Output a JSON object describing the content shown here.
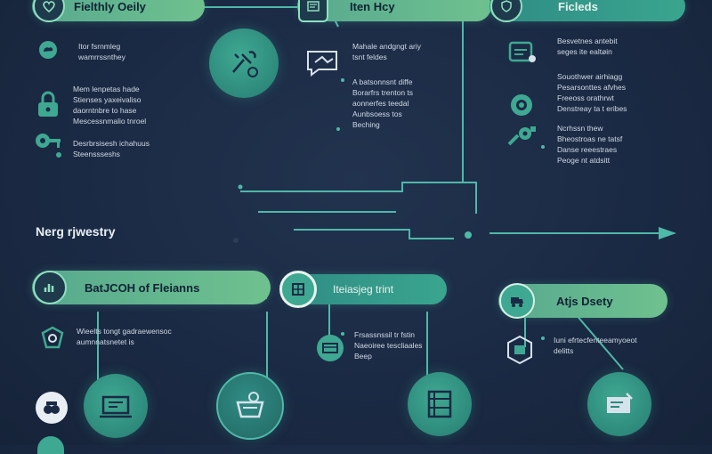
{
  "headers": {
    "top_left": "Fielthly Oeily",
    "top_mid": "Iten Hcy",
    "top_right": "Ficleds",
    "section": "Nerg rjwestry",
    "mid_left": "BatJCOH of Fleianns",
    "mid_center": "Iteiasjeg trint",
    "mid_right": "Atjs Dsety"
  },
  "labels": {
    "tl1": "Itor fsrnmleg\nwamrrssnthey",
    "tl2": "Mem lenpetas hade\nStienses yaxeivaliso\ndaorntnbre to hase\nMescessnmalio tnroel",
    "tl3": "Desrbrsisesh ichahuus\nSteenssseshs",
    "tm1": "Mahale andgngt ariy\ntsnt feldes",
    "tm2": "A batsonnsnt diffe\nBorarfrs trenton ts\naonnerfes teedal\nAunbsoess tos\nBeching",
    "tr1": "Besvetnes antebit\nseges ite ealtøin",
    "tr2": "Souothwer airhiagg\nPesarsonttes afvhes\nFreeoss orathrwt\nDenstreay ta t eribes",
    "tr3": "Ncrhssn thew\nBheostroas ne tatsf\nDanse reeestraes\nPeoge nt atdsitt",
    "ml1": "Wieelts tongt gadraewensoc\naumnnatsnetet is",
    "mc1": "Frsassnssil tr fstin\nNaeoiree tescliaales\nBeep",
    "mr1": "Iuni efrtecfenteeamyoeot\ndelitts"
  },
  "icons": [
    "heart-icon",
    "gear-icon",
    "security-icon",
    "cloud-icon",
    "link-icon",
    "shield-icon",
    "lock-icon",
    "chat-icon",
    "gear-icon",
    "data-icon",
    "key-icon",
    "chart-icon",
    "laptop-icon",
    "truck-icon",
    "clipboard-icon",
    "document-icon",
    "bag-icon"
  ],
  "colors": {
    "background": "#1b2a44",
    "accent": "#3fa892",
    "pill_start": "#57a98f",
    "pill_end": "#6fc18f",
    "line": "#4fb8a8"
  }
}
